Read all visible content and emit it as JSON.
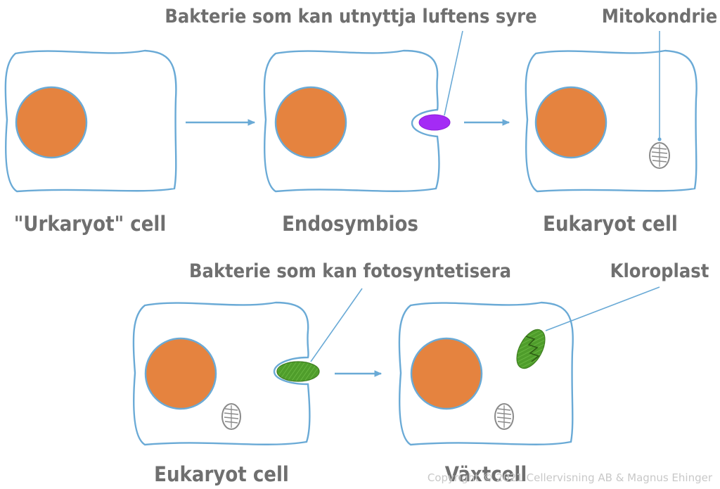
{
  "colors": {
    "membrane": "#6aaad6",
    "nucleus": "#e5833f",
    "bacterium_aerobic": "#a42bf5",
    "chloroplast": "#4f9d2b",
    "mitochondrion": "#8a8a8a",
    "label_text": "#6f6f6f",
    "pointer": "#6aaad6",
    "arrow": "#6aaad6",
    "copyright": "#c8c8c8"
  },
  "labels": {
    "top_row": {
      "cell_1": "\"Urkaryot\" cell",
      "cell_2": "Endosymbios",
      "cell_3": "Eukaryot cell",
      "callout_bacterium": "Bakterie som kan utnyttja luftens syre",
      "callout_organelle": "Mitokondrie"
    },
    "bottom_row": {
      "cell_1": "Eukaryot cell",
      "cell_2": "Växtcell",
      "callout_bacterium": "Bakterie som kan fotosyntetisera",
      "callout_organelle": "Kloroplast"
    }
  },
  "copyright": "Copyright © 2021 Cellervisning AB & Magnus Ehinger",
  "icons": [
    "arrow-right-icon",
    "mitochondrion-icon",
    "chloroplast-icon",
    "bacterium-icon",
    "nucleus-icon"
  ]
}
